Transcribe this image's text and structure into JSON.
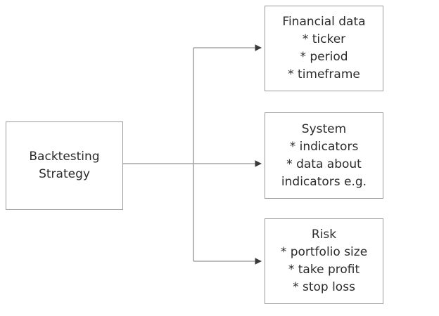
{
  "diagram": {
    "title_node": {
      "name": "Backtesting Strategy",
      "lines": [
        "Backtesting",
        "Strategy"
      ]
    },
    "branches": [
      {
        "id": "financial-data",
        "heading": "Financial data",
        "items": [
          "* ticker",
          "* period",
          "* timeframe"
        ],
        "lines": [
          "Financial data",
          "* ticker",
          "* period",
          "* timeframe"
        ]
      },
      {
        "id": "system",
        "heading": "System",
        "items": [
          "* indicators",
          "* data about",
          "indicators e.g."
        ],
        "lines": [
          "System",
          "* indicators",
          "* data about",
          "indicators e.g."
        ]
      },
      {
        "id": "risk",
        "heading": "Risk",
        "items": [
          "* portfolio size",
          "* take profit",
          "* stop loss"
        ],
        "lines": [
          "Risk",
          "* portfolio size",
          "* take profit",
          "* stop loss"
        ]
      }
    ],
    "colors": {
      "box_border": "#9a9a9a",
      "connector": "#a6a6a6",
      "arrowhead": "#3a3a3a",
      "text": "#2b2b2b",
      "background": "#ffffff"
    },
    "connector_style": "orthogonal-elbow-with-arrowheads"
  }
}
